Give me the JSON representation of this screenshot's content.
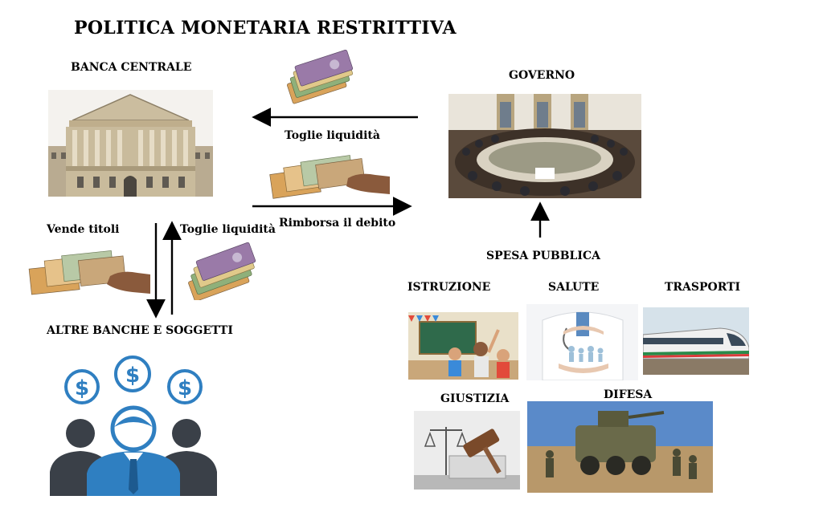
{
  "title": "POLITICA MONETARIA RESTRITTIVA",
  "nodes": {
    "banca_centrale": "BANCA CENTRALE",
    "governo": "GOVERNO",
    "altre_banche": "ALTRE BANCHE E SOGGETTI",
    "spesa_pubblica": "SPESA PUBBLICA"
  },
  "arrows": {
    "toglie_top": "Toglie liquidità",
    "rimborsa": "Rimborsa il debito",
    "vende_titoli": "Vende titoli",
    "toglie_left": "Toglie liquidità"
  },
  "sectors": {
    "istruzione": "ISTRUZIONE",
    "salute": "SALUTE",
    "trasporti": "TRASPORTI",
    "giustizia": "GIUSTIZIA",
    "difesa": "DIFESA"
  },
  "colors": {
    "icon_blue": "#2f7fc1",
    "icon_dark": "#3a4048",
    "banknote_green": "#8fb07a",
    "banknote_orange": "#d9a35a",
    "banknote_purple": "#9a7aa8"
  }
}
